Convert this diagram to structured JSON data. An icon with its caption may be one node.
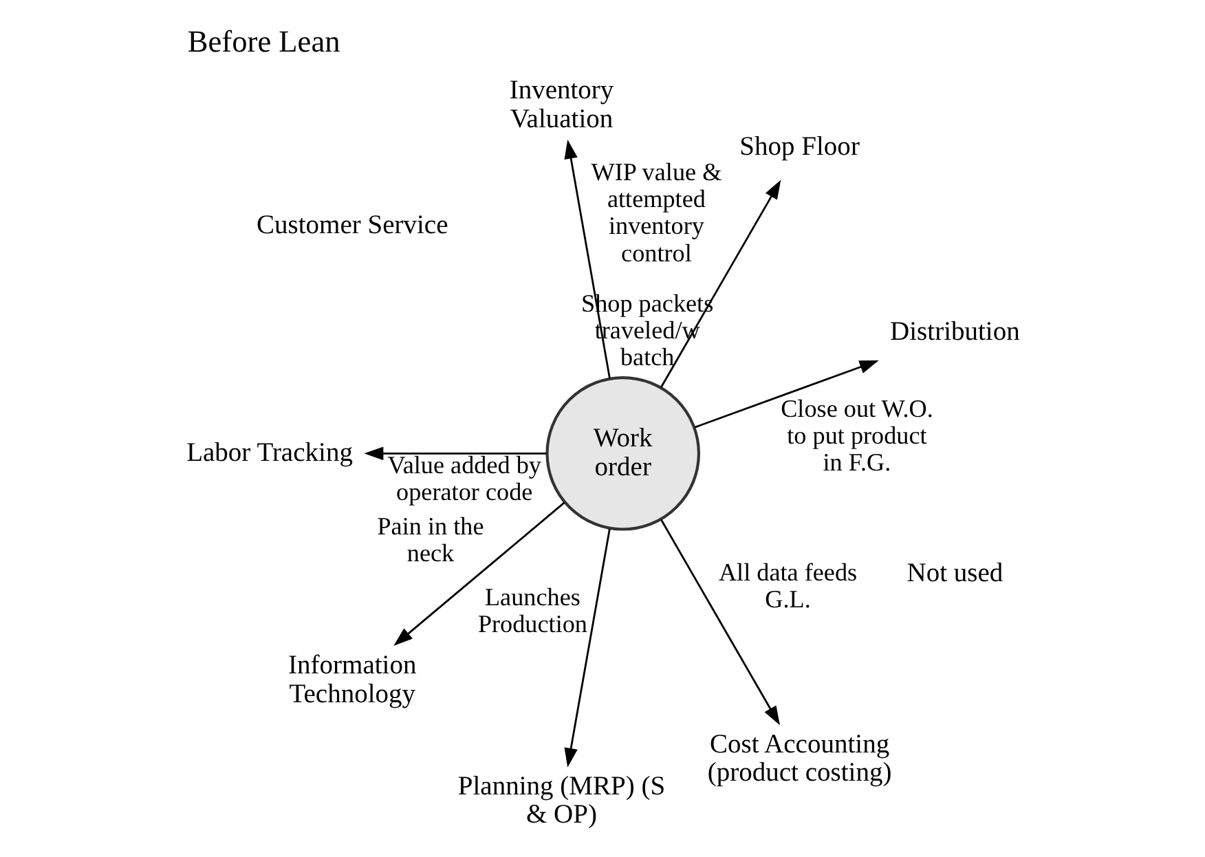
{
  "diagram": {
    "title": "Before Lean",
    "nodes": [
      {
        "text": [
          "Work order"
        ]
      },
      {
        "text": [
          "Distribution"
        ]
      },
      {
        "text": [
          "Shop Floor"
        ]
      },
      {
        "text": [
          "Inventory Valuation"
        ]
      },
      {
        "text": [
          "Customer Service"
        ]
      },
      {
        "text": [
          "Labor Tracking"
        ]
      },
      {
        "text": [
          "Information Technology"
        ]
      },
      {
        "text": [
          "Planning (MRP) (S & OP)"
        ]
      },
      {
        "text": [
          "Cost Accounting (product costing)"
        ]
      }
    ],
    "edges": [
      {
        "from": 0,
        "to": 1,
        "arrow": "to",
        "label": "Close out W.O. to put product in F.G."
      },
      {
        "from": 0,
        "to": 2,
        "arrow": "to",
        "label": "Shop packets traveled/w batch"
      },
      {
        "from": 0,
        "to": 3,
        "arrow": "to",
        "label": "WIP value & attempted inventory control"
      },
      {
        "from": 0,
        "to": 5,
        "arrow": "to",
        "label": "Value added by operator code"
      },
      {
        "from": 0,
        "to": 6,
        "arrow": "to",
        "label": "Pain in the neck"
      },
      {
        "from": 0,
        "to": 7,
        "arrow": "to",
        "label": "Launches Production"
      },
      {
        "from": 0,
        "to": 8,
        "arrow": "to",
        "label": "All data feeds G.L."
      }
    ],
    "labels": [
      "Not used"
    ]
  }
}
